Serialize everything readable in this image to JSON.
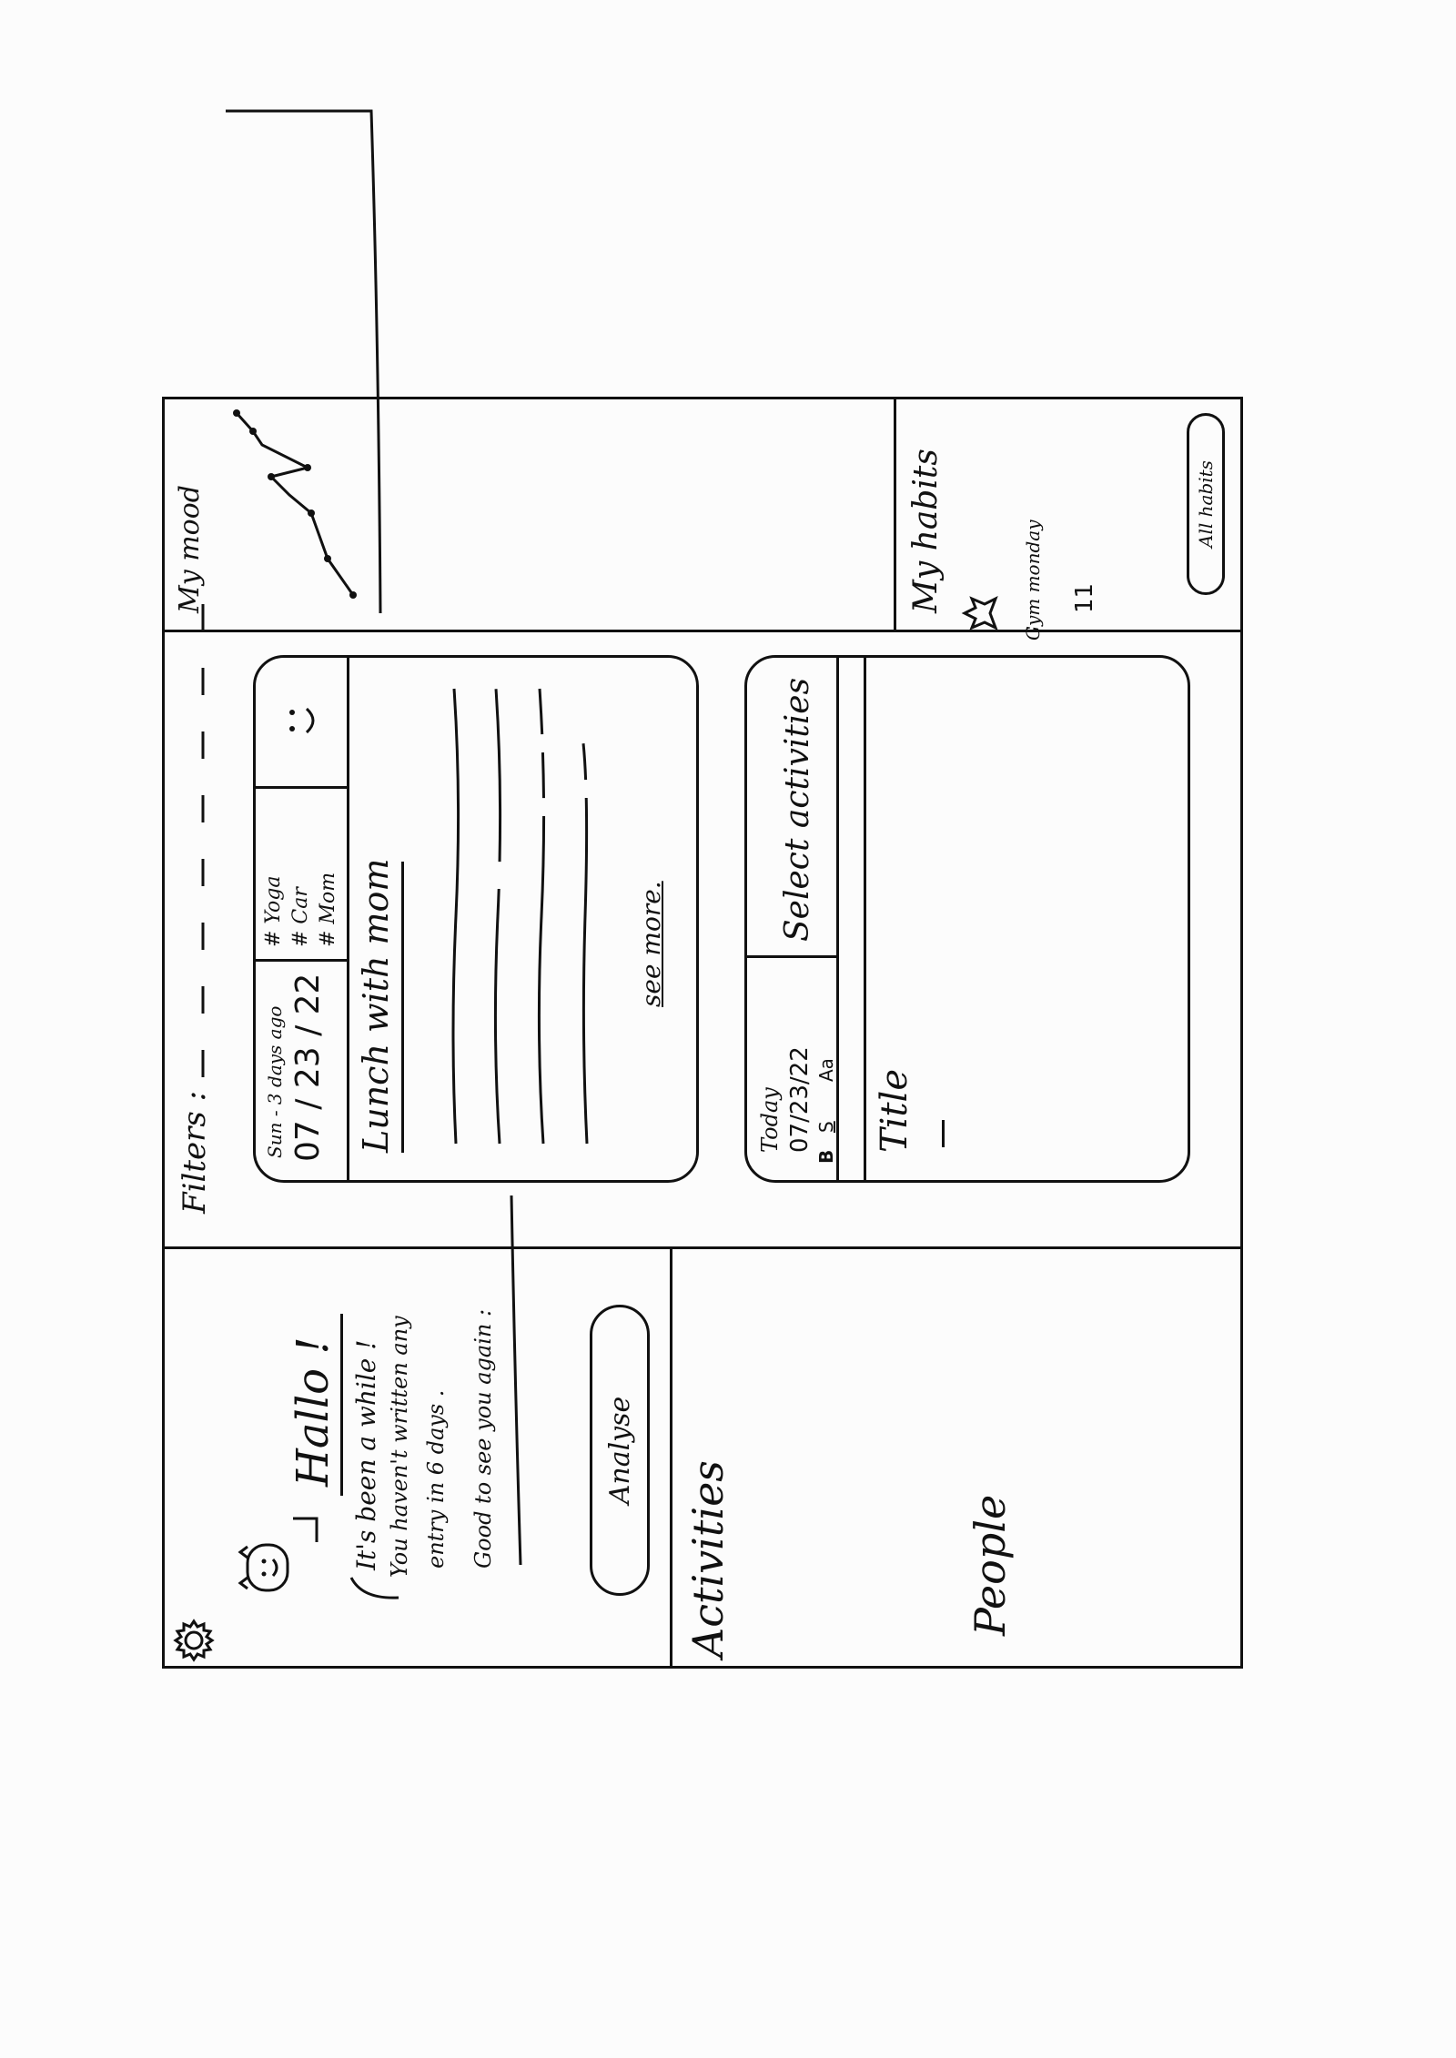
{
  "greeting": {
    "title": "Hallo !",
    "message_lines": [
      "It's been a while !",
      "You haven't written any",
      "entry in 6 days .",
      "Good to see you again :"
    ],
    "analyse_label": "Analyse"
  },
  "activities": {
    "title": "Activities"
  },
  "people": {
    "title": "People"
  },
  "filters": {
    "label": "Filters :"
  },
  "entry_card": {
    "meta": "Sun - 3 days ago",
    "date": "07 / 23 / 22",
    "tags": [
      "# Yoga",
      "# Car",
      "# Mom"
    ],
    "title": "Lunch with mom",
    "see_more_label": "see more."
  },
  "new_entry_card": {
    "today_label": "Today",
    "date": "07/23/22",
    "format_buttons": [
      "B",
      "S",
      "Aa"
    ],
    "select_activities_label": "Select activities",
    "title_placeholder": "Title"
  },
  "mood": {
    "title": "My mood"
  },
  "habits": {
    "title": "My habits",
    "habit_name": "Gym monday",
    "count": "11",
    "all_habits_label": "All habits"
  }
}
